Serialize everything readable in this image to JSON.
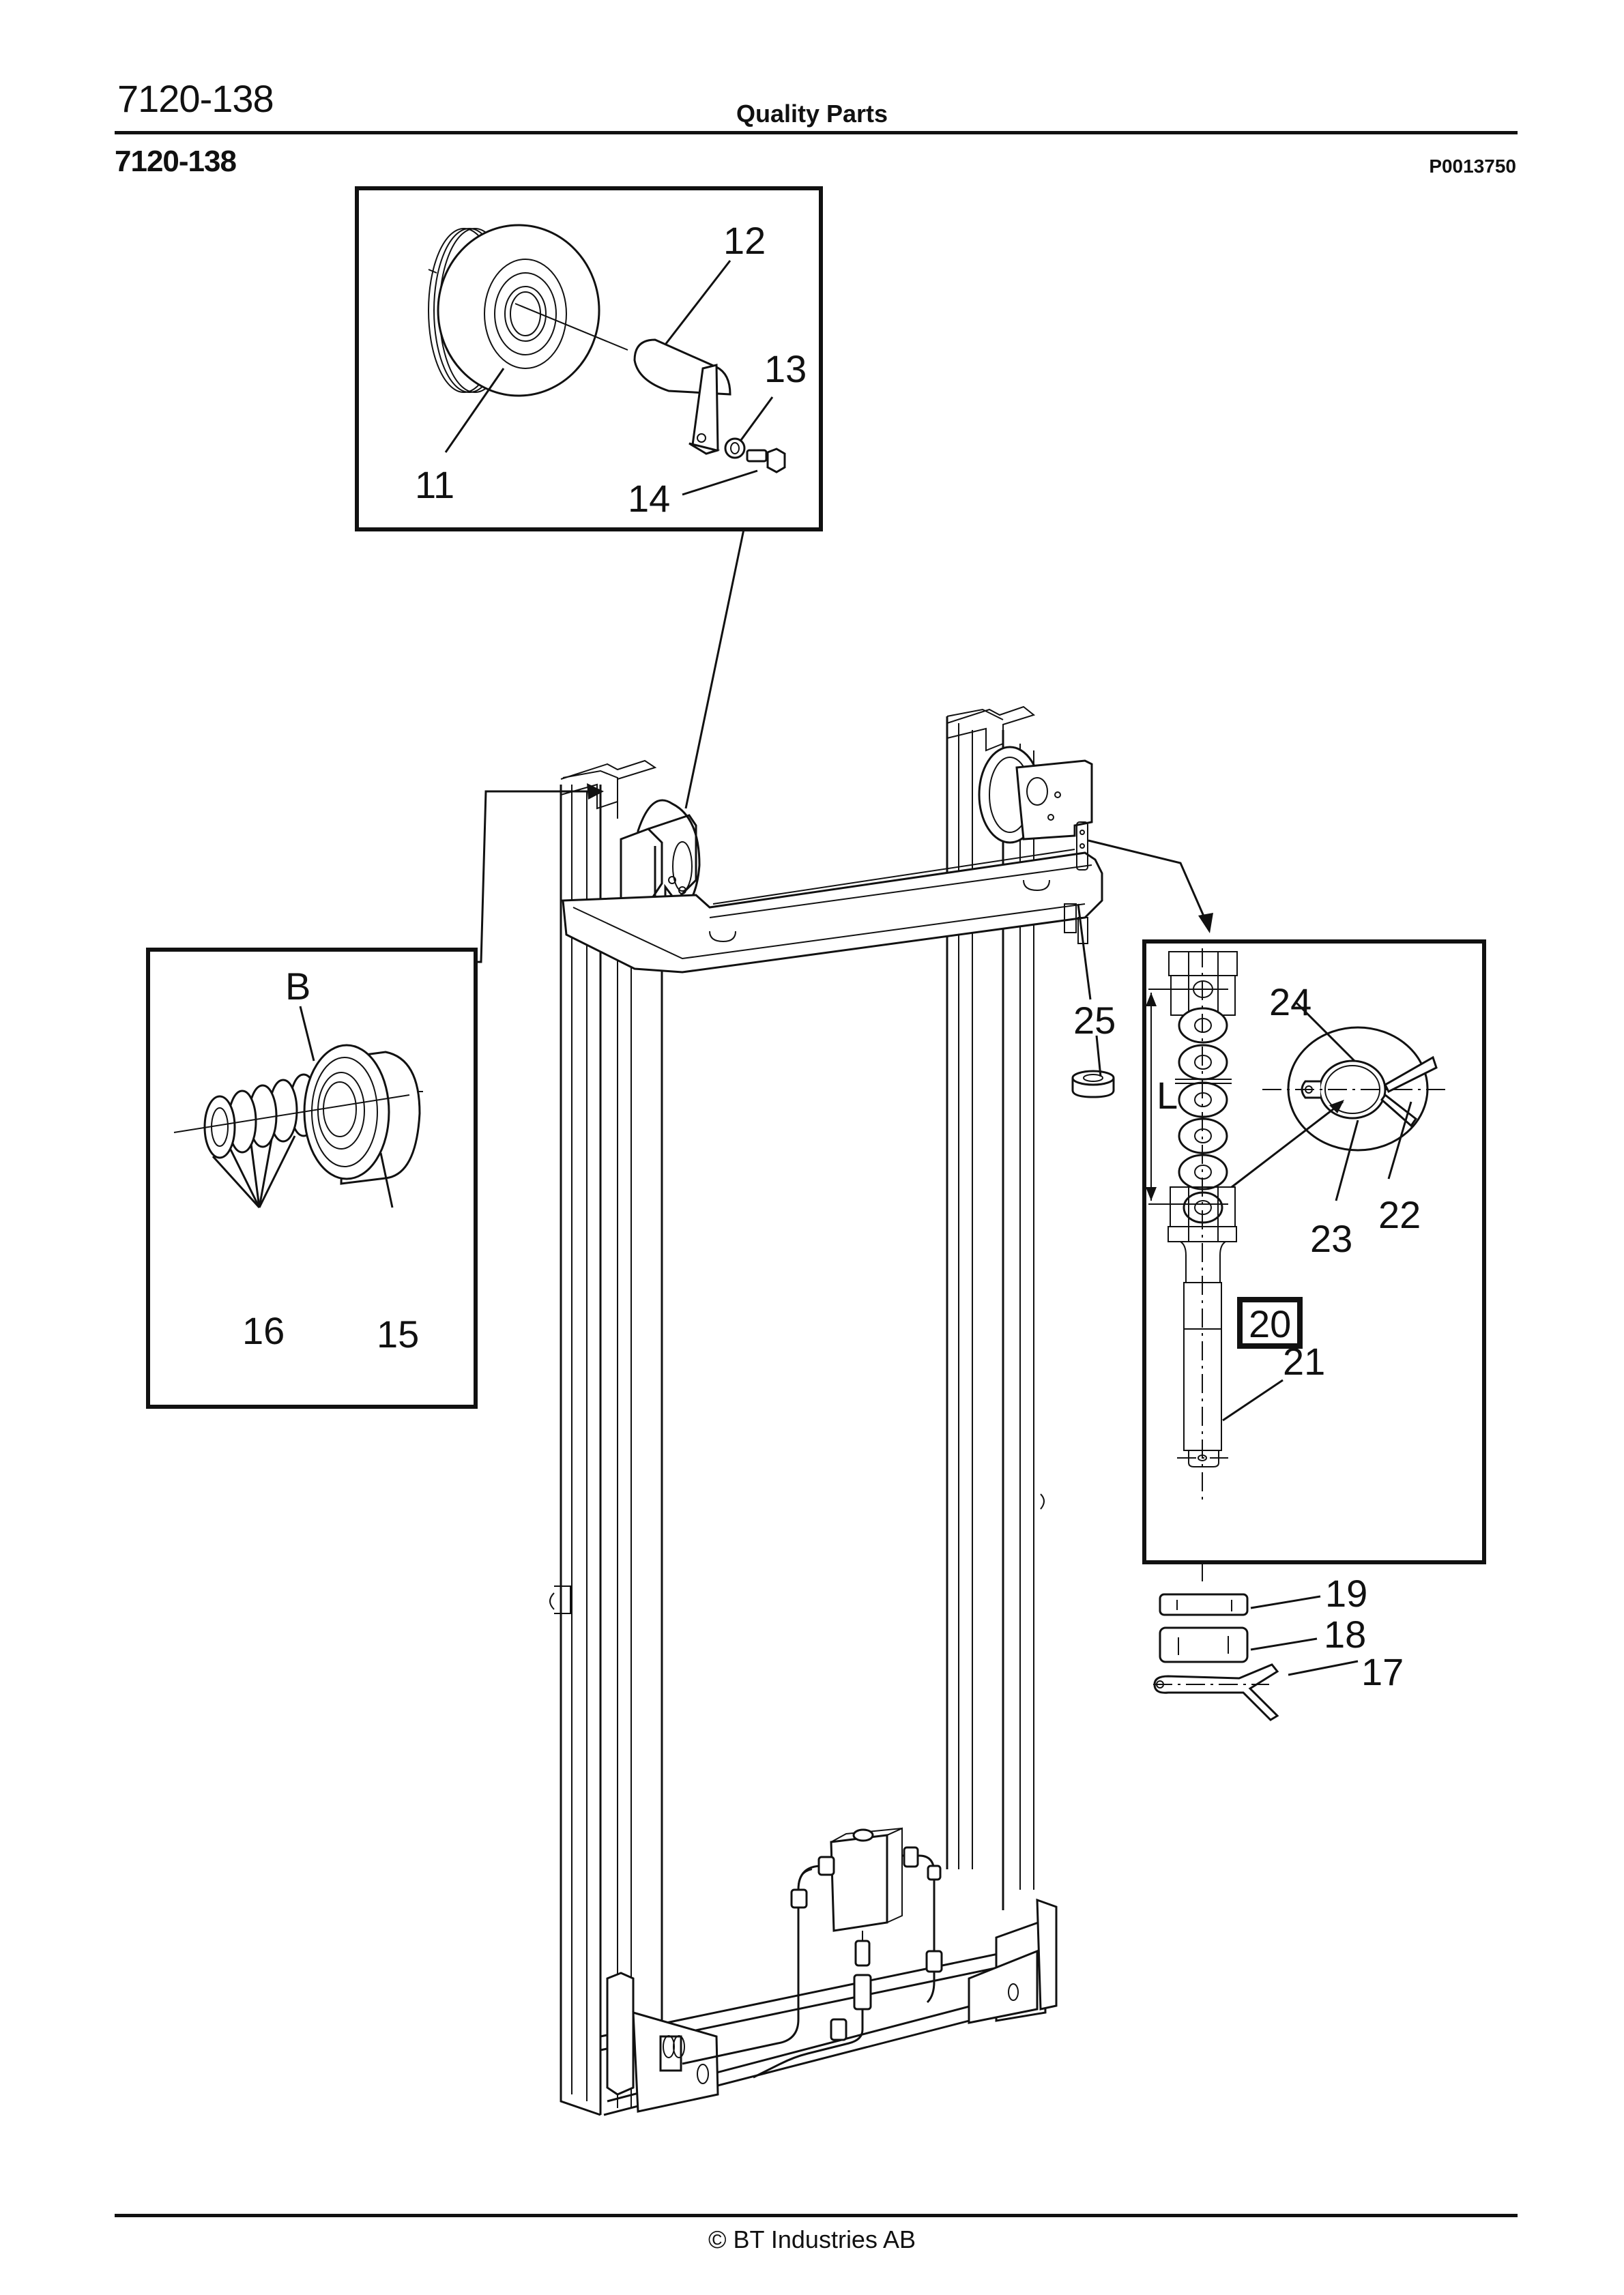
{
  "header": {
    "document_code": "7120-138",
    "section_title": "Quality Parts"
  },
  "figure": {
    "figure_code": "7120-138",
    "picture_reference": "P0013750",
    "insets": {
      "top_roller": {
        "callouts": [
          "11",
          "12",
          "13",
          "14"
        ]
      },
      "bearing": {
        "callouts": [
          "B",
          "15",
          "16"
        ]
      },
      "chain": {
        "callouts": [
          "L",
          "20",
          "21",
          "22",
          "23",
          "24"
        ],
        "boxed_callout": "20"
      }
    },
    "callouts": {
      "c11": "11",
      "c12": "12",
      "c13": "13",
      "c14": "14",
      "cB": "B",
      "c15": "15",
      "c16": "16",
      "c17": "17",
      "c18": "18",
      "c19": "19",
      "c20": "20",
      "c21": "21",
      "c22": "22",
      "c23": "23",
      "c24": "24",
      "c25": "25",
      "cL": "L"
    }
  },
  "footer": {
    "copyright": "© BT Industries AB"
  }
}
